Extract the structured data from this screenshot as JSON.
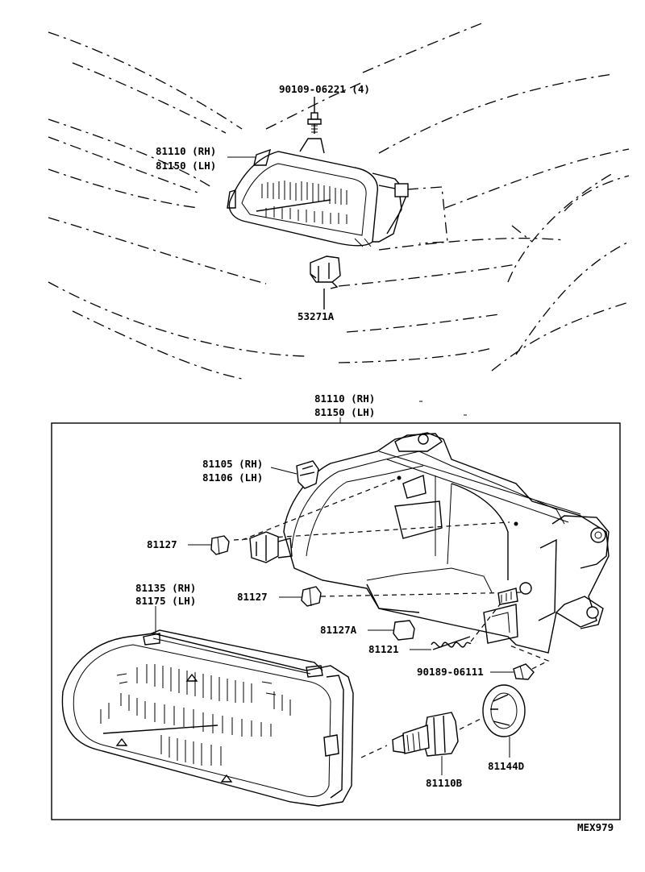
{
  "labels": {
    "bolt_top": "90109-06221 (4)",
    "unit_rh_top": "81110 (RH)",
    "unit_lh_top": "81150 (LH)",
    "bracket_bottom": "53271A",
    "unit_rh_box": "81110 (RH)",
    "unit_lh_box": "81150 (LH)",
    "clip_rh": "81105 (RH)",
    "clip_lh": "81106 (LH)",
    "grommet_1": "81127",
    "grommet_2": "81127",
    "lens_rh": "81135 (RH)",
    "lens_lh": "81175 (LH)",
    "grommet_a": "81127A",
    "spring": "81121",
    "screw": "90189-06111",
    "socket_cover": "81144D",
    "bulb": "81110B",
    "ref_code": "MEX979"
  }
}
